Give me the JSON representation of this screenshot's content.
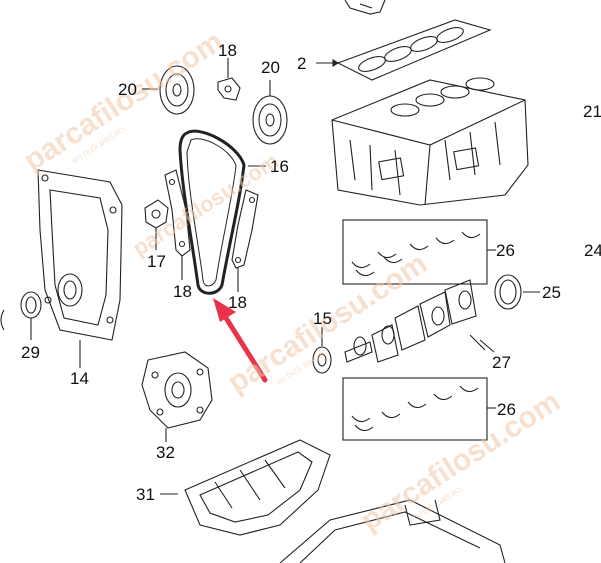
{
  "callouts": {
    "c2": "2",
    "c14": "14",
    "c15": "15",
    "c16": "16",
    "c17": "17",
    "c18a": "18",
    "c18b": "18",
    "c18c": "18",
    "c20a": "20",
    "c20b": "20",
    "c21": "21",
    "c24": "24",
    "c25": "25",
    "c26a": "26",
    "c26b": "26",
    "c27": "27",
    "c29": "29",
    "c31": "31",
    "c32": "32"
  },
  "watermark": {
    "brand": "parcafilosu.com",
    "tagline": "en hızlı parçacı"
  },
  "colors": {
    "arrow": "#e8334a",
    "ink": "#222222",
    "watermark": "#f2c7a6"
  }
}
